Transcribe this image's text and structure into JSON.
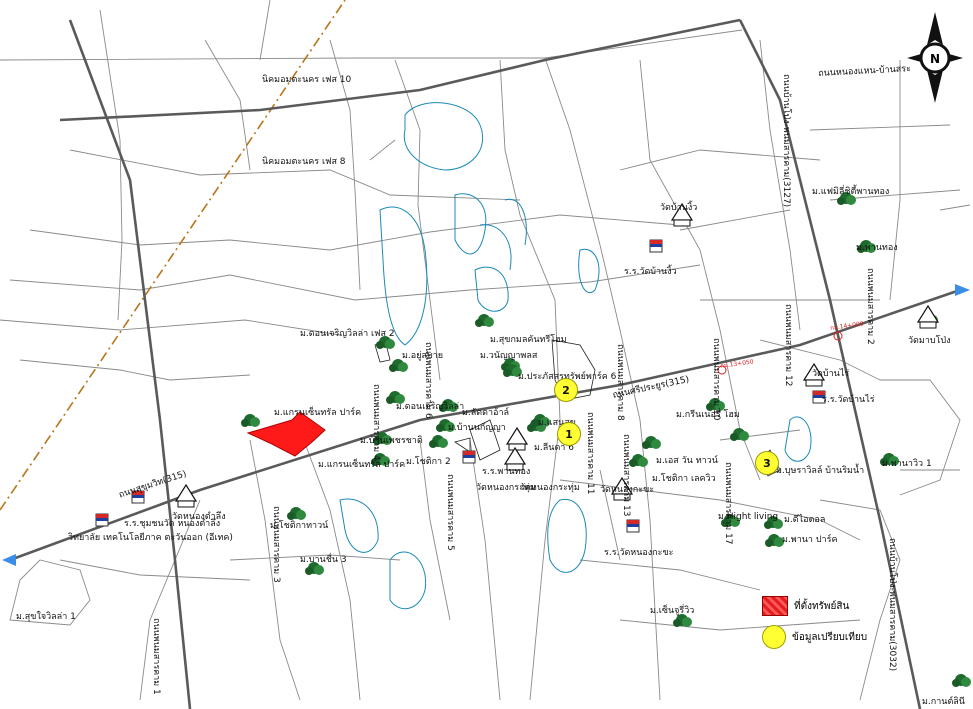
{
  "colors": {
    "highway": "#5a5a5a",
    "road": "#777777",
    "water": "#1b8ab8",
    "rail": "#b8751a",
    "subject": "#ff1a1a",
    "comparable": "#ffff33",
    "tree": "#1e6b2e",
    "arrow": "#3a8ee6",
    "km_marker": "#e01b1b"
  },
  "compass": {
    "label": "N"
  },
  "road_labels": [
    "ถนนสุขุมวิท(315)",
    "ถนนศรีประยูร(315)",
    "ถนนพนมสารคาม 12",
    "ถนนพนมสารคาม 10",
    "ถนนพนมสารคาม 8",
    "ถนนพนมสารคาม 6",
    "ถนนพนมสารคาม 4",
    "ถนนพนมสารคาม 3",
    "ถนนพนมสารคาม 5",
    "ถนนพนมสารคาม 1",
    "ถนนพนมสารคาม 11",
    "ถนนพนมสารคาม 13",
    "ถนนพนมสารคาม 17",
    "ถนนบ้านโป่ง-พนมสารคาม(3127)",
    "ถนนบ้านโป่ง-พนมสารคาม(3032)",
    "ถนนพนมสารคาม 2",
    "ถนนหนองแหน-บ้านสระ",
    "กม.14+000",
    "กม.13+050"
  ],
  "places": [
    "นิคมอมตะนคร เฟส 10",
    "นิคมอมตะนคร เฟส 8",
    "ม.ดอนเจริญวิลล่า เฟส 2",
    "ม.อยู่สบาย",
    "ม.สุขกมลคันทรีโฮม",
    "ม.วนัญญาพลส",
    "ม.ประภัสสรทรัพย์พาร์ค 6",
    "ม.ดอนเจริญวิลล่า",
    "ม.ลัดดาอ้าล์",
    "ม.แกรนเซ็นทรัล ปาร์ค",
    "ม.บ้านเพชรชาติ",
    "ม.แกรนเซ็นทรัล ปาร์ค",
    "ม.โชติกา 2",
    "ม.บ้านนกัญญา",
    "ม.แสนสุข",
    "ม.ลีนดา 6",
    "ร.ร.พานทอง",
    "วัดหนองกระทุ่ม",
    "วัดหนองกระทุ่ม",
    "วัดบ้านงิ้ว",
    "ร.ร.วัดบ้านงิ้ว",
    "ม.แฟมิลี่ชิตี้พานทอง",
    "ม.พานทอง",
    "วัดมาบโป่ง",
    "วัดบ้านไร่",
    "ร.ร.วัดบ้านไร่",
    "ม.กรีนเนอรี่ โฮม",
    "ม.เอส วัน ทาวน์",
    "ม.โชติกา เลควิว",
    "วัดหนองกะขะ",
    "ม.บุษราวิลล์ บ้านริมน้ำ",
    "ม.พานาวิว 1",
    "ม.Hight living",
    "ม.ดีไอดอล",
    "ม.พานา ปาร์ค",
    "ร.ร.วัดหนองกะขะ",
    "ม.เซ็นจูรี่วิว",
    "ม.กานต์ลินี",
    "ม.โชติกาทาวน์",
    "ม.บานชื่น 3",
    "ร.ร.ชุมชนวัด หนองตำลึง",
    "วัดหนองตำลึง",
    "วิทยาลัย เทคโนโลยีภาค ตะวันออก (อีเทค)",
    "ม.สุขใจวิลล่า 1"
  ],
  "comparables": [
    "1",
    "2",
    "3"
  ],
  "legend": {
    "subject_label": "ที่ตั้งทรัพย์สิน",
    "comparable_label": "ข้อมูลเปรียบเทียบ"
  }
}
